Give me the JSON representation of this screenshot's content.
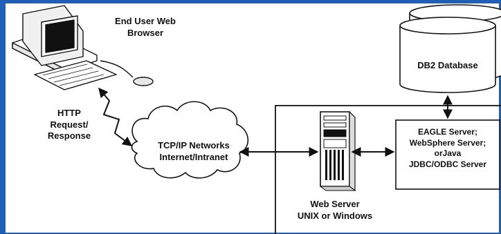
{
  "colors": {
    "slide_border": "#1f5fb8",
    "panel": "#ffffff",
    "ink": "#111111"
  },
  "nodes": {
    "browser": {
      "icon": "desktop-computer-icon",
      "label_lines": [
        "End User Web",
        "Browser"
      ]
    },
    "http": {
      "label_lines": [
        "HTTP",
        "Request/",
        "Response"
      ]
    },
    "network": {
      "icon": "cloud-icon",
      "label_lines": [
        "TCP/IP Networks",
        "Internet/Intranet"
      ]
    },
    "database": {
      "icon": "database-cylinder-icon",
      "label_lines": [
        "DB2 Database"
      ]
    },
    "app_server": {
      "label_lines": [
        "EAGLE Server;",
        "WebSphere Server;",
        "orJava",
        "JDBC/ODBC Server"
      ]
    },
    "web_server": {
      "icon": "tower-server-icon",
      "label_lines": [
        "Web Server",
        "UNIX or Windows"
      ]
    }
  },
  "connections": [
    {
      "from": "browser",
      "to": "network",
      "style": "lightning-bidirectional"
    },
    {
      "from": "network",
      "to": "web_server",
      "style": "bidirectional"
    },
    {
      "from": "web_server",
      "to": "app_server",
      "style": "bidirectional"
    },
    {
      "from": "app_server",
      "to": "database",
      "style": "bidirectional"
    }
  ]
}
